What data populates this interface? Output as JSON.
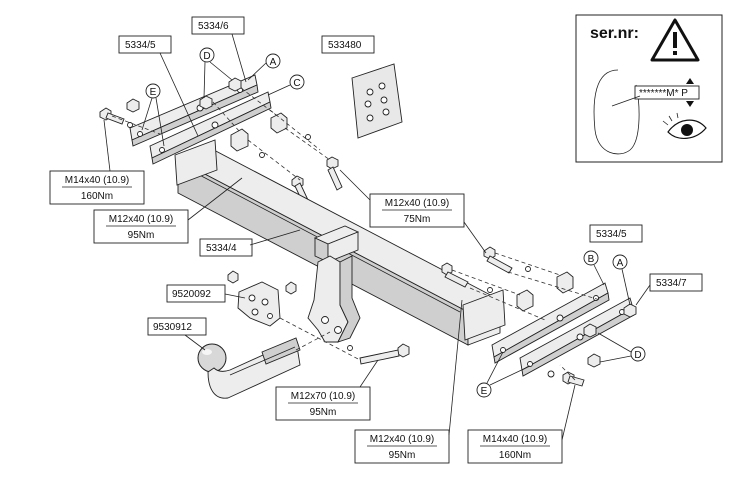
{
  "labels": {
    "plate_left": "5334/5",
    "plate_top": "5334/6",
    "kit": "533480",
    "bracket_right": "5334/5",
    "beam": "5334/4",
    "plate_right": "5334/7",
    "bracket_small": "9520092",
    "towball": "9530912"
  },
  "letters": {
    "a_top": "A",
    "c_top": "C",
    "d_top": "D",
    "e_left": "E",
    "b_right": "B",
    "a_right": "A",
    "d_right": "D",
    "e_right": "E"
  },
  "specs": {
    "s1": {
      "bolt": "M14x40 (10.9)",
      "torque": "160Nm"
    },
    "s2": {
      "bolt": "M12x40 (10.9)",
      "torque": "95Nm"
    },
    "s3": {
      "bolt": "M12x40 (10.9)",
      "torque": "75Nm"
    },
    "s4": {
      "bolt": "M12x70 (10.9)",
      "torque": "95Nm"
    },
    "s5": {
      "bolt": "M12x40 (10.9)",
      "torque": "95Nm"
    },
    "s6": {
      "bolt": "M14x40 (10.9)",
      "torque": "160Nm"
    }
  },
  "serial": {
    "title": "ser.nr:",
    "code": "*******M* P"
  },
  "icons": [
    "warning-triangle-icon",
    "eye-icon"
  ]
}
